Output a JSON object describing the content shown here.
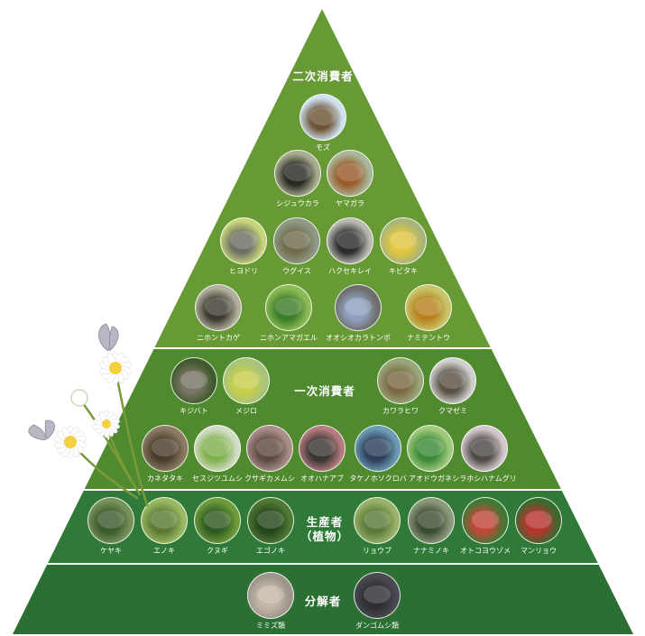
{
  "levels": {
    "secondary": "二次消費者",
    "primary": "一次消費者",
    "producer_line1": "生産者",
    "producer_line2": "（植物）",
    "decomposer": "分解者"
  },
  "colors": {
    "apex_green": "#679a35",
    "mid_green": "#4f8a2e",
    "producer_green": "#2f7a38",
    "base_green": "#2b6f33",
    "divider": "#ffffff"
  },
  "organisms": {
    "moz": {
      "label": "モズ",
      "tones": [
        "#cfe1ef",
        "#6d5438"
      ]
    },
    "shijuukara": {
      "label": "シジュウカラ",
      "tones": [
        "#a7ad8e",
        "#2a2a24"
      ]
    },
    "yamagara": {
      "label": "ヤマガラ",
      "tones": [
        "#a8b89a",
        "#9a5a2a"
      ]
    },
    "hiyodori": {
      "label": "ヒヨドリ",
      "tones": [
        "#c8d47a",
        "#6e6e64"
      ]
    },
    "uguisu": {
      "label": "ウグイス",
      "tones": [
        "#8f9a86",
        "#6f6c4d"
      ]
    },
    "hakusekirei": {
      "label": "ハクセキレイ",
      "tones": [
        "#b9b9b2",
        "#2c2c2c"
      ]
    },
    "kibitaki": {
      "label": "キビタキ",
      "tones": [
        "#a7b57a",
        "#e1c640"
      ]
    },
    "nihontokage": {
      "label": "ニホントカゲ",
      "tones": [
        "#b3b09f",
        "#3e3a30"
      ]
    },
    "nihonamagaeru": {
      "label": "ニホンアマガエル",
      "tones": [
        "#8dbb56",
        "#3c7d2a"
      ]
    },
    "oshiokaratonbo": {
      "label": "オオシオカラトンボ",
      "tones": [
        "#6e6e6a",
        "#8fa0c0"
      ]
    },
    "namitentou": {
      "label": "ナミテントウ",
      "tones": [
        "#c8c66a",
        "#b7821e"
      ]
    },
    "kijibato": {
      "label": "キジバト",
      "tones": [
        "#3f5a2c",
        "#7a7566"
      ]
    },
    "mejiro": {
      "label": "メジロ",
      "tones": [
        "#a8c27b",
        "#c7cf4d"
      ]
    },
    "kawarahiwa": {
      "label": "カワラヒワ",
      "tones": [
        "#9aa77a",
        "#7a6a44"
      ]
    },
    "kumazemi": {
      "label": "クマゼミ",
      "tones": [
        "#cfcfcf",
        "#585144"
      ]
    },
    "kanetataki": {
      "label": "カネタタキ",
      "tones": [
        "#8c7b63",
        "#4a3c2b"
      ]
    },
    "sesujitsuyumushi": {
      "label": "セスジツユムシ",
      "tones": [
        "#d1dcc5",
        "#80b04c"
      ]
    },
    "kusagikamemushi": {
      "label": "クサギカメムシ",
      "tones": [
        "#a98f8a",
        "#5f4a42"
      ]
    },
    "oohanaabu": {
      "label": "オオハナアブ",
      "tones": [
        "#b57c80",
        "#3a3530"
      ]
    },
    "takenohosokuroba": {
      "label": "タケノホソクロバ",
      "tones": [
        "#6d9bb4",
        "#2e3f58"
      ]
    },
    "aodougane": {
      "label": "アオドウガネ",
      "tones": [
        "#9fca7b",
        "#3c8a39"
      ]
    },
    "shirahoshihanamuguri": {
      "label": "シラホシハナムグリ",
      "tones": [
        "#d4c8cf",
        "#4e4a44"
      ]
    },
    "keyaki": {
      "label": "ケヤキ",
      "tones": [
        "#77925a",
        "#3c5a2c"
      ]
    },
    "enoki": {
      "label": "エノキ",
      "tones": [
        "#9aba63",
        "#5a7a34"
      ]
    },
    "kunugi": {
      "label": "クヌギ",
      "tones": [
        "#6e9c3c",
        "#2f5a22"
      ]
    },
    "egonoki": {
      "label": "エゴノキ",
      "tones": [
        "#4f7a34",
        "#24461c"
      ]
    },
    "ryoubu": {
      "label": "リョウブ",
      "tones": [
        "#9ab36a",
        "#5c7a3a"
      ]
    },
    "nanamenoki": {
      "label": "ナナミノキ",
      "tones": [
        "#8b9a7a",
        "#3d4d35"
      ]
    },
    "otokoyouzome": {
      "label": "オトコヨウゾメ",
      "tones": [
        "#3f7a34",
        "#c2473a"
      ]
    },
    "manryou": {
      "label": "マンリョウ",
      "tones": [
        "#3b6a2e",
        "#b8332e"
      ]
    },
    "mimizu": {
      "label": "ミミズ類",
      "tones": [
        "#9c958e",
        "#c4b7a8"
      ]
    },
    "dangomushi": {
      "label": "ダンゴムシ類",
      "tones": [
        "#4a4a52",
        "#2e2e34"
      ]
    }
  },
  "flower": {
    "butterfly_color": "#b9b7c4",
    "petal_color": "#ffffff",
    "center_color": "#f2d040",
    "stem_color": "#7a9a3a"
  }
}
